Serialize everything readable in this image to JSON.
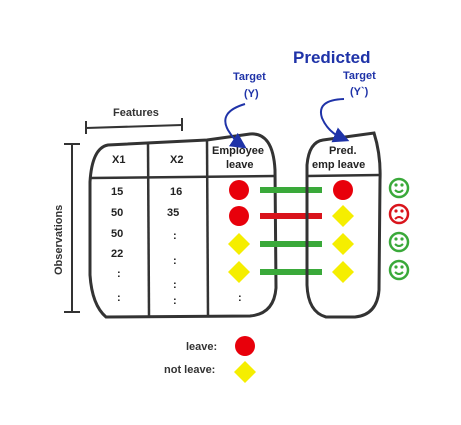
{
  "diagram": {
    "features_label": "Features",
    "observations_label": "Observations",
    "target_label": "Target",
    "target_symbol": "(Y)",
    "predicted_title": "Predicted",
    "predicted_target_label": "Target",
    "predicted_target_symbol": "(Y`)",
    "columns": {
      "x1": "X1",
      "x2": "X2",
      "employee_line1": "Employee",
      "employee_line2": "leave",
      "pred_line1": "Pred.",
      "pred_line2": "emp leave"
    },
    "x1_values": [
      "15",
      "50",
      "50",
      "22",
      ":",
      ":"
    ],
    "x2_values": [
      "16",
      "35",
      ":",
      ":",
      ":",
      ":"
    ],
    "employee_leave": [
      "leave",
      "leave",
      "not leave",
      "not leave",
      "",
      ":"
    ],
    "predicted_leave": [
      "leave",
      "not leave",
      "not leave",
      "not leave"
    ],
    "match": [
      "correct",
      "wrong",
      "correct",
      "correct"
    ],
    "legend": {
      "leave_label": "leave:",
      "not_leave_label": "not leave:"
    },
    "colors": {
      "leave": "#e8000b",
      "not_leave": "#f5ee00",
      "correct": "#3aa93a",
      "wrong": "#d9141c",
      "blue_text": "#1f33a8",
      "outline": "#333333"
    }
  }
}
